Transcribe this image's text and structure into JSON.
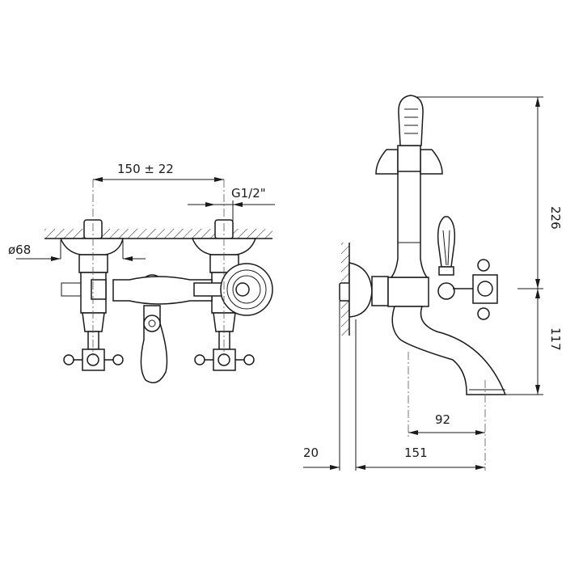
{
  "front_view": {
    "dim_spacing": "150 ± 22",
    "dim_thread": "G1/2\"",
    "dim_escutcheon": "ø68"
  },
  "side_view": {
    "dim_height_top": "226",
    "dim_height_spout": "117",
    "dim_spout_reach": "92",
    "dim_total_depth": "151",
    "dim_wall_offset": "20"
  }
}
